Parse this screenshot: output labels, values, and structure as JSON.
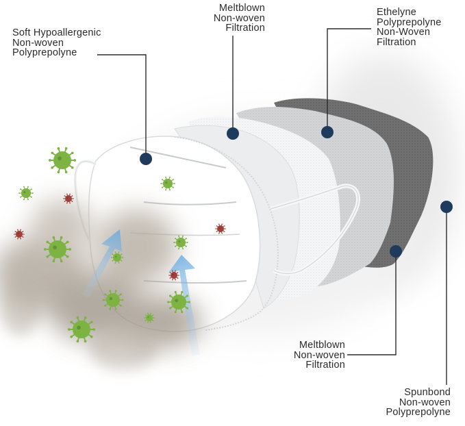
{
  "labels": {
    "soft_layer": [
      "Soft Hypoallergenic",
      "Non-woven",
      "Polyprepolyne"
    ],
    "meltblown_top": [
      "Meltblown",
      "Non-woven",
      "Filtration"
    ],
    "ethelyne_layer": [
      "Ethelyne",
      "Polyprepolyne",
      "Non-Woven",
      "Filtration"
    ],
    "meltblown_bottom": [
      "Meltblown",
      "Non-woven",
      "Filtration"
    ],
    "spunbond_layer": [
      "Spunbond",
      "Non-woven",
      "Polyprepolyne"
    ]
  },
  "colors": {
    "pointer": "#1e3a5c",
    "leader_line": "#2a2a2a",
    "virus": "#7cb342",
    "virus_small": "#a0403a",
    "dust": "#9b9184",
    "airflow": "#7fb8e6",
    "mask_white": "#ffffff",
    "layer_light": "#d4d6d8",
    "layer_mid": "#c7c9cb",
    "layer_dark": "#6e6e6e"
  },
  "icons": {
    "virus": "virus-icon",
    "airflow": "airflow-arrow-icon",
    "pointer": "pointer-dot-icon"
  }
}
